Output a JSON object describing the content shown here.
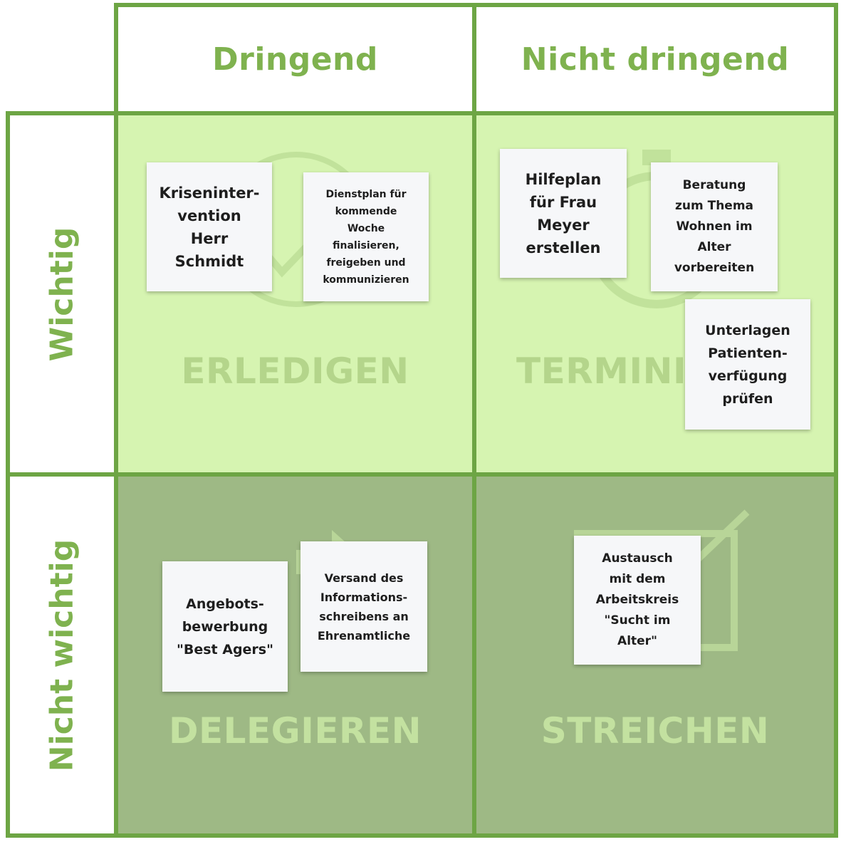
{
  "columns": {
    "urgent": "Dringend",
    "not_urgent": "Nicht dringend"
  },
  "rows": {
    "important": "Wichtig",
    "not_important": "Nicht wichtig"
  },
  "quadrants": {
    "do": "ERLEDIGEN",
    "schedule": "TERMINI",
    "delegate": "DELEGIEREN",
    "eliminate": "STREICHEN"
  },
  "notes": {
    "krisenintervention": "Kriseninter-\nvention\nHerr\nSchmidt",
    "dienstplan": "Dienstplan für\nkommende\nWoche\nfinalisieren,\nfreigeben und\nkommunizieren",
    "hilfeplan": "Hilfeplan\nfür Frau\nMeyer\nerstellen",
    "beratung": "Beratung\nzum Thema\nWohnen im\nAlter\nvorbereiten",
    "unterlagen": "Unterlagen\nPatienten-\nverfügung\nprüfen",
    "angebotsbewerbung": "Angebots-\nbewerbung\n\"Best Agers\"",
    "versand": "Versand des\nInformations-\nschreibens an\nEhrenamtliche",
    "austausch": "Austausch\nmit dem\nArbeitskreis\n\"Sucht im\nAlter\""
  },
  "colors": {
    "border": "#6da544",
    "header_text": "#7fb24f",
    "quadrant_light": "#d6f4b1",
    "quadrant_dark": "#9eb985",
    "note": "#f6f7f9"
  },
  "icons": {
    "do": "check-circle-icon",
    "schedule": "stopwatch-icon",
    "delegate": "arrow-right-icon",
    "eliminate": "crossed-screen-icon"
  }
}
